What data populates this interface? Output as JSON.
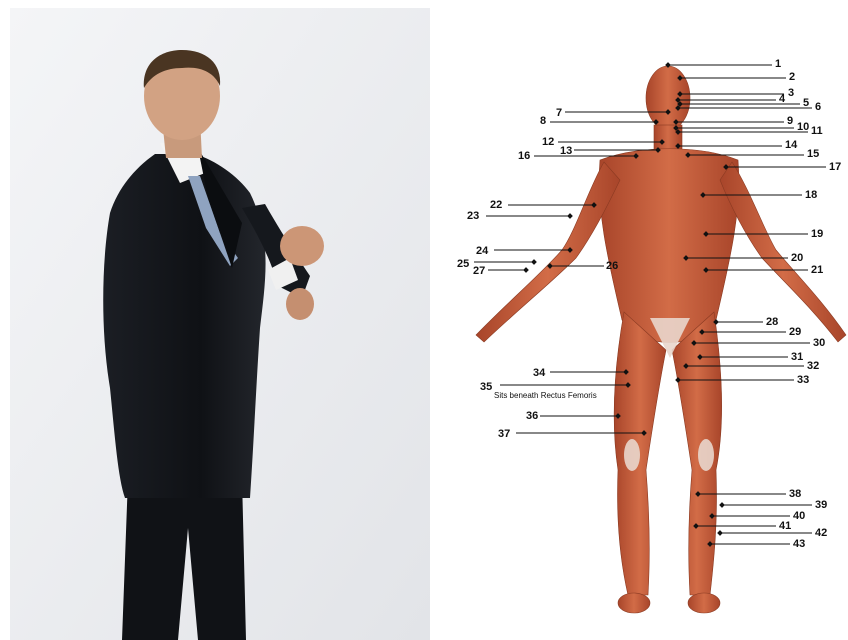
{
  "photo": {
    "subject": "man-in-black-suit",
    "background": "#ebecee",
    "suit_color": "#121418",
    "tie_color": "#8fa3c0"
  },
  "anatomy": {
    "skin_color": "#c9603e",
    "labels": [
      {
        "n": "1"
      },
      {
        "n": "2"
      },
      {
        "n": "3"
      },
      {
        "n": "4"
      },
      {
        "n": "5"
      },
      {
        "n": "6"
      },
      {
        "n": "7"
      },
      {
        "n": "8"
      },
      {
        "n": "9"
      },
      {
        "n": "10"
      },
      {
        "n": "11"
      },
      {
        "n": "12"
      },
      {
        "n": "13"
      },
      {
        "n": "14"
      },
      {
        "n": "15"
      },
      {
        "n": "16"
      },
      {
        "n": "17"
      },
      {
        "n": "18"
      },
      {
        "n": "19"
      },
      {
        "n": "20"
      },
      {
        "n": "21"
      },
      {
        "n": "22"
      },
      {
        "n": "23"
      },
      {
        "n": "24"
      },
      {
        "n": "25"
      },
      {
        "n": "26"
      },
      {
        "n": "27"
      },
      {
        "n": "28"
      },
      {
        "n": "29"
      },
      {
        "n": "30"
      },
      {
        "n": "31"
      },
      {
        "n": "32"
      },
      {
        "n": "33"
      },
      {
        "n": "34"
      },
      {
        "n": "35"
      },
      {
        "n": "36"
      },
      {
        "n": "37"
      },
      {
        "n": "38"
      },
      {
        "n": "39"
      },
      {
        "n": "40"
      },
      {
        "n": "41"
      },
      {
        "n": "42"
      },
      {
        "n": "43"
      }
    ],
    "note": "Sits beneath Rectus Femoris"
  }
}
